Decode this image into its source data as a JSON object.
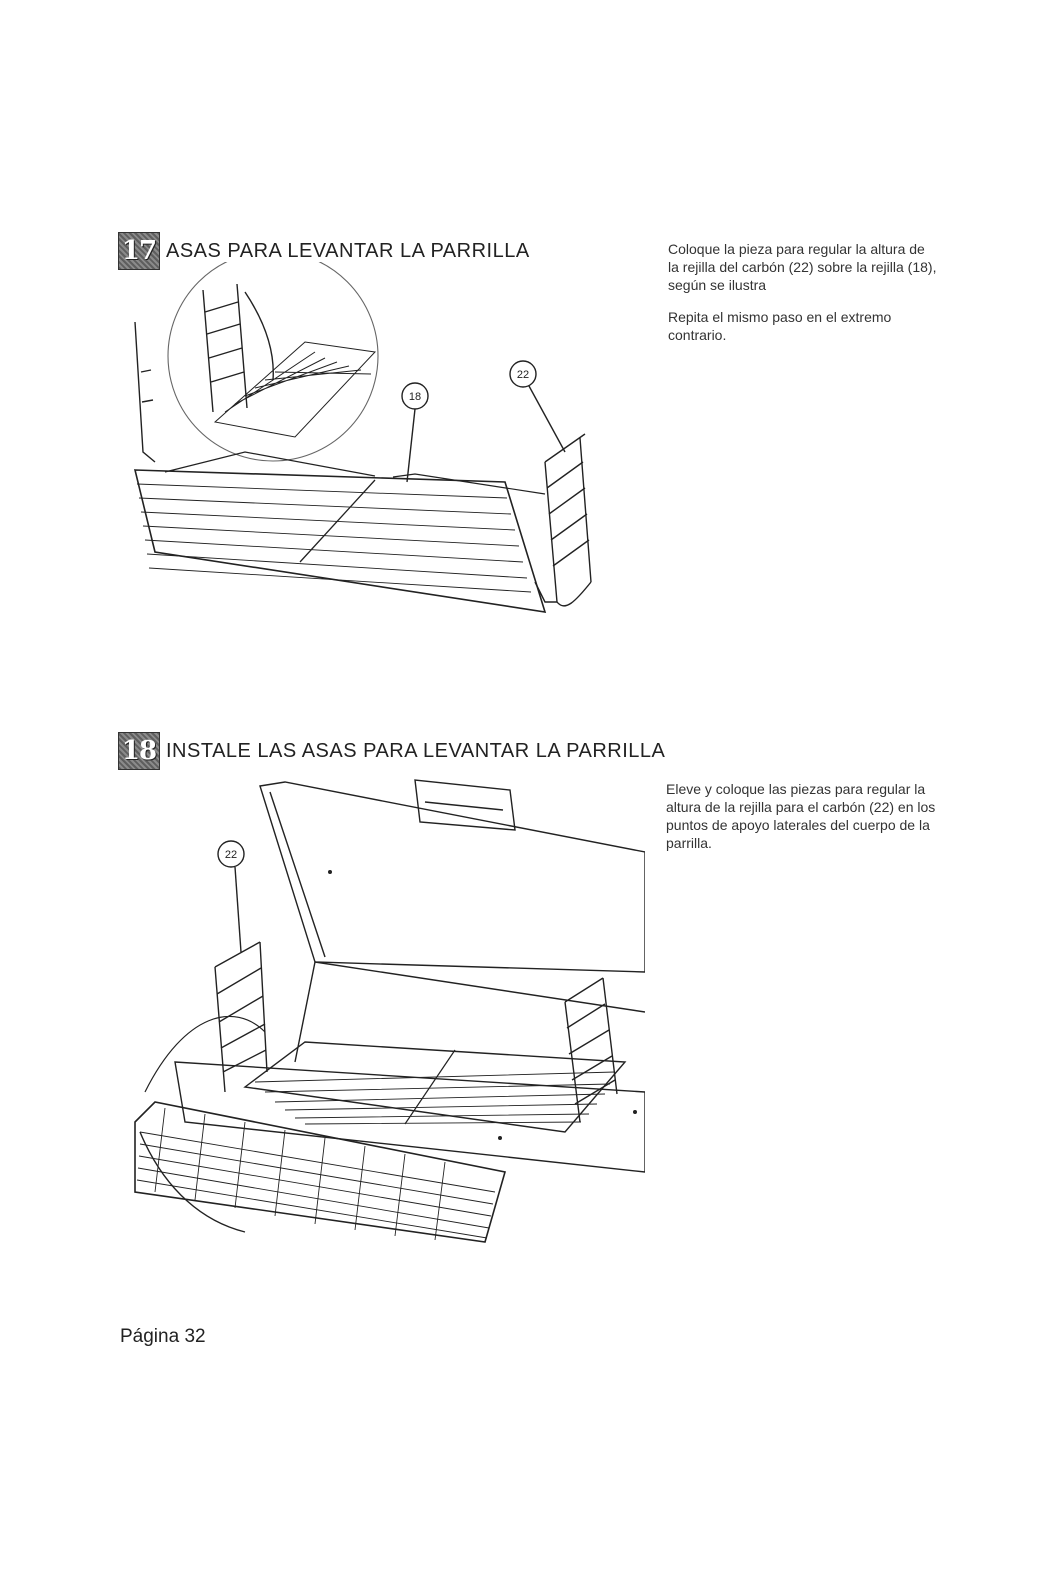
{
  "steps": [
    {
      "number": "17",
      "title": "ASAS PARA LEVANTAR LA PARRILLA",
      "paragraphs": [
        "Coloque la pieza para regular la altura de la rejilla del carbón (22) sobre la rejilla (18), según se ilustra",
        "Repita el mismo paso en el extremo contrario."
      ],
      "callouts": [
        "18",
        "22"
      ]
    },
    {
      "number": "18",
      "title": "INSTALE LAS ASAS PARA LEVANTAR LA PARRILLA",
      "paragraphs": [
        "Eleve y coloque las piezas para regular la altura de la rejilla para el carbón (22) en los puntos de apoyo laterales del cuerpo de la parrilla."
      ],
      "callouts": [
        "22"
      ]
    }
  ],
  "footer": {
    "page_label": "Página 32"
  }
}
